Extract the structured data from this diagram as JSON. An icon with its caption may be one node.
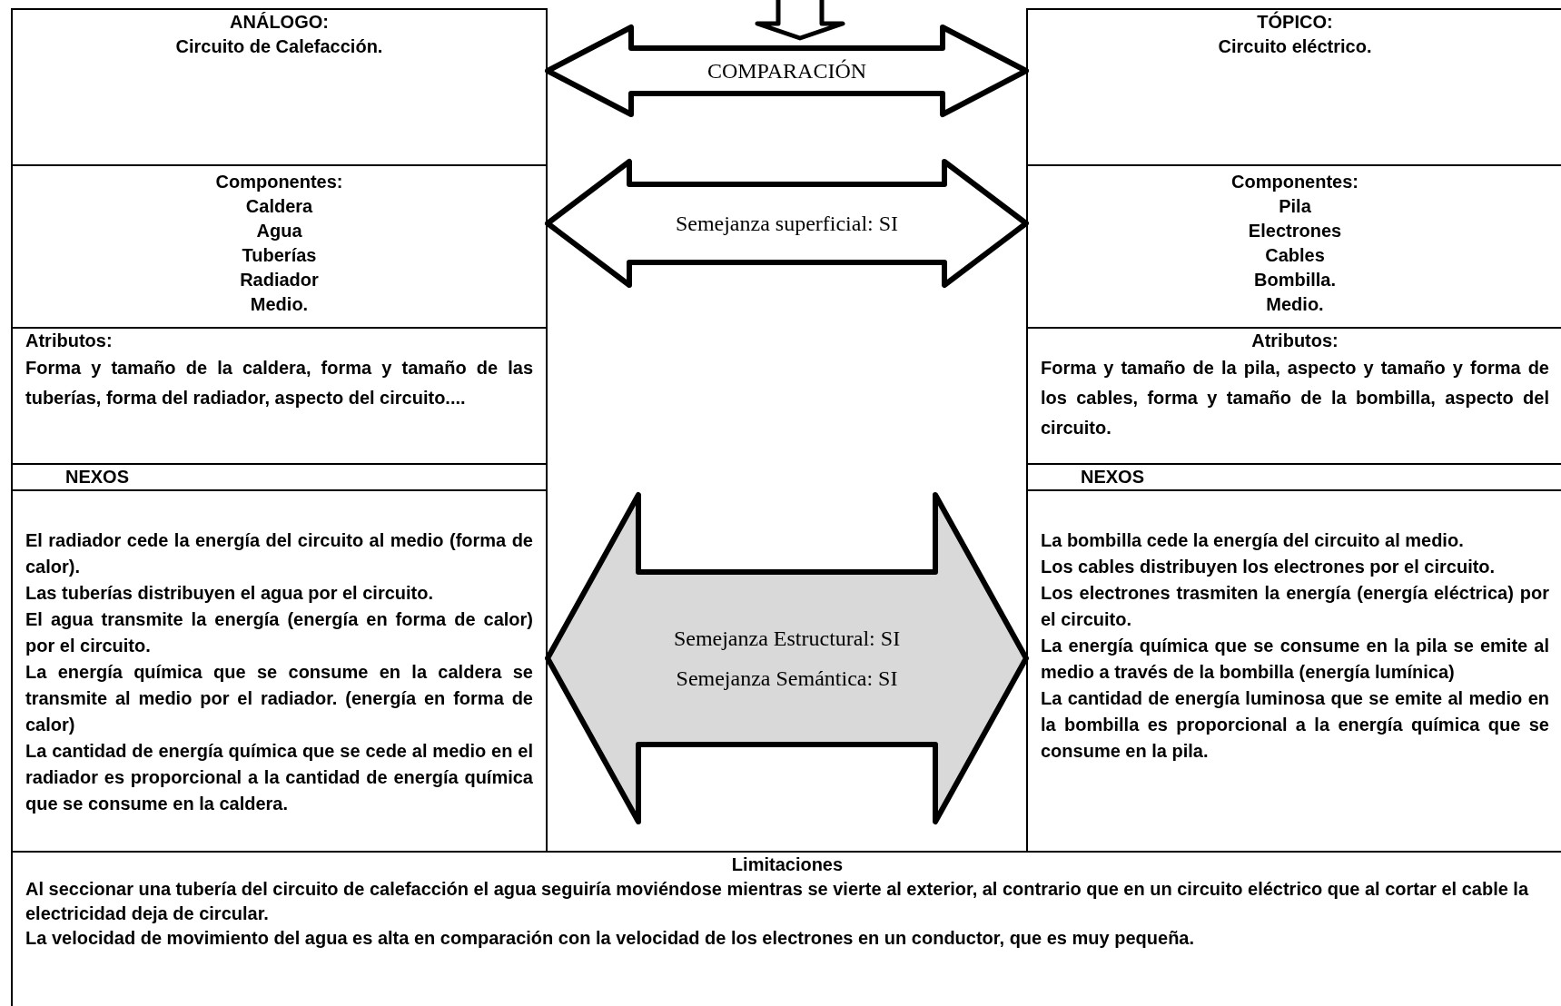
{
  "diagram": {
    "nodes": [
      {
        "text": [
          "ANÁLOGO:",
          "Circuito de Calefacción."
        ]
      },
      {
        "text": [
          "Componentes:",
          "Caldera",
          "Agua",
          "Tuberías",
          "Radiador",
          "Medio."
        ]
      },
      {
        "text": [
          "Atributos:",
          "Forma y tamaño de la caldera, forma y tamaño de las tuberías, forma del radiador, aspecto del circuito...."
        ]
      },
      {
        "text": [
          "NEXOS"
        ]
      },
      {
        "text": [
          "El radiador cede la energía del circuito al medio (forma de calor).",
          "Las tuberías distribuyen el agua por el circuito.",
          "El agua transmite la energía (energía en forma de calor) por el circuito.",
          "La energía química que se consume en la caldera se transmite al medio por el radiador. (energía en forma de calor)",
          "La cantidad de energía química que se cede al medio en el radiador es proporcional a la cantidad de energía química que se consume en la caldera."
        ]
      },
      {
        "text": [
          "TÓPICO:",
          "Circuito eléctrico."
        ]
      },
      {
        "text": [
          "Componentes:",
          "Pila",
          "Electrones",
          "Cables",
          "Bombilla.",
          "Medio."
        ]
      },
      {
        "text": [
          "Atributos:",
          "Forma y tamaño de la pila, aspecto y tamaño y forma de los cables, forma y tamaño de la bombilla, aspecto del circuito."
        ]
      },
      {
        "text": [
          "NEXOS"
        ]
      },
      {
        "text": [
          "La bombilla cede la energía del circuito al medio.",
          "Los cables distribuyen los electrones por el circuito.",
          "Los electrones trasmiten la energía (energía eléctrica) por el circuito.",
          "La energía química que se consume en la pila se emite al medio a través de la bombilla (energía lumínica)",
          "La cantidad de energía luminosa que se emite al medio en la bombilla es proporcional a la energía química que se consume en la pila."
        ]
      },
      {
        "text": [
          "Limitaciones",
          "Al seccionar una tubería del circuito de calefacción el agua seguiría moviéndose mientras se vierte al exterior, al contrario que en un circuito eléctrico que al cortar el cable la electricidad deja de circular.",
          "La velocidad de movimiento del agua es alta en comparación con la velocidad de los electrones en un conductor, que es muy pequeña."
        ]
      }
    ],
    "edges": [
      {
        "from": 0,
        "to": 5,
        "arrow": "both",
        "label": "COMPARACIÓN"
      },
      {
        "from": 1,
        "to": 6,
        "arrow": "both",
        "label": "Semejanza superficial: SI"
      },
      {
        "from": 4,
        "to": 9,
        "arrow": "both",
        "label": "Semejanza Estructural: SI Semejanza Semántica: SI",
        "color": "#d9d9d9"
      }
    ]
  }
}
